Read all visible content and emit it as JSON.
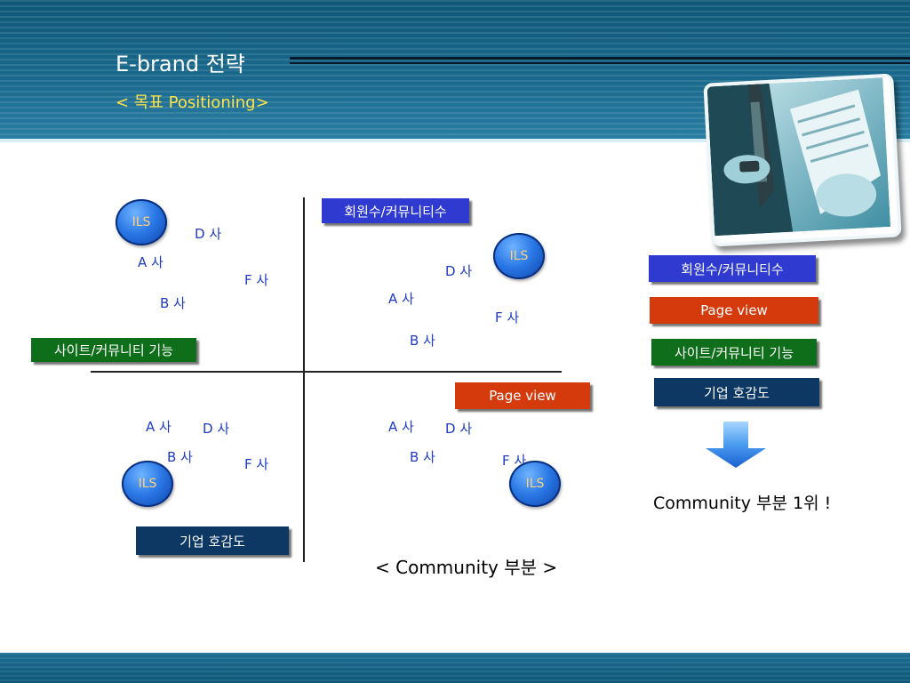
{
  "header": {
    "title": "E-brand  전략",
    "subtitle": "< 목표 Positioning>"
  },
  "colors": {
    "blue": "#2f3bd0",
    "orange": "#d43a0c",
    "green": "#0f6e1a",
    "navy": "#0d3864",
    "company_text": "#1f3bc4",
    "ils_text": "#ffd27a",
    "subtitle": "#ffe44a"
  },
  "quadrants": {
    "top_left": {
      "axis_label": "사이트/커뮤니티 기능",
      "ils": "ILS",
      "companies": {
        "d": "D 사",
        "a": "A 사",
        "f": "F 사",
        "b": "B 사"
      }
    },
    "top_right": {
      "axis_label": "회원수/커뮤니티수",
      "ils": "ILS",
      "companies": {
        "d": "D 사",
        "a": "A 사",
        "f": "F 사",
        "b": "B 사"
      }
    },
    "bottom_left": {
      "axis_label": "기업 호감도",
      "ils": "ILS",
      "companies": {
        "a": "A 사",
        "d": "D 사",
        "b": "B 사",
        "f": "F 사"
      }
    },
    "bottom_right": {
      "axis_label": "Page view",
      "ils": "ILS",
      "companies": {
        "a": "A 사",
        "d": "D 사",
        "b": "B 사",
        "f": "F 사"
      }
    }
  },
  "legend": [
    {
      "label": "회원수/커뮤니티수",
      "color": "blue"
    },
    {
      "label": "Page view",
      "color": "orange"
    },
    {
      "label": "사이트/커뮤니티 기능",
      "color": "green"
    },
    {
      "label": "기업 호감도",
      "color": "navy"
    }
  ],
  "result": "Community 부분 1위 !",
  "caption": "< Community 부분 >",
  "icons": {
    "photo": "business-people-reading-photo",
    "arrow": "down-arrow-icon"
  }
}
